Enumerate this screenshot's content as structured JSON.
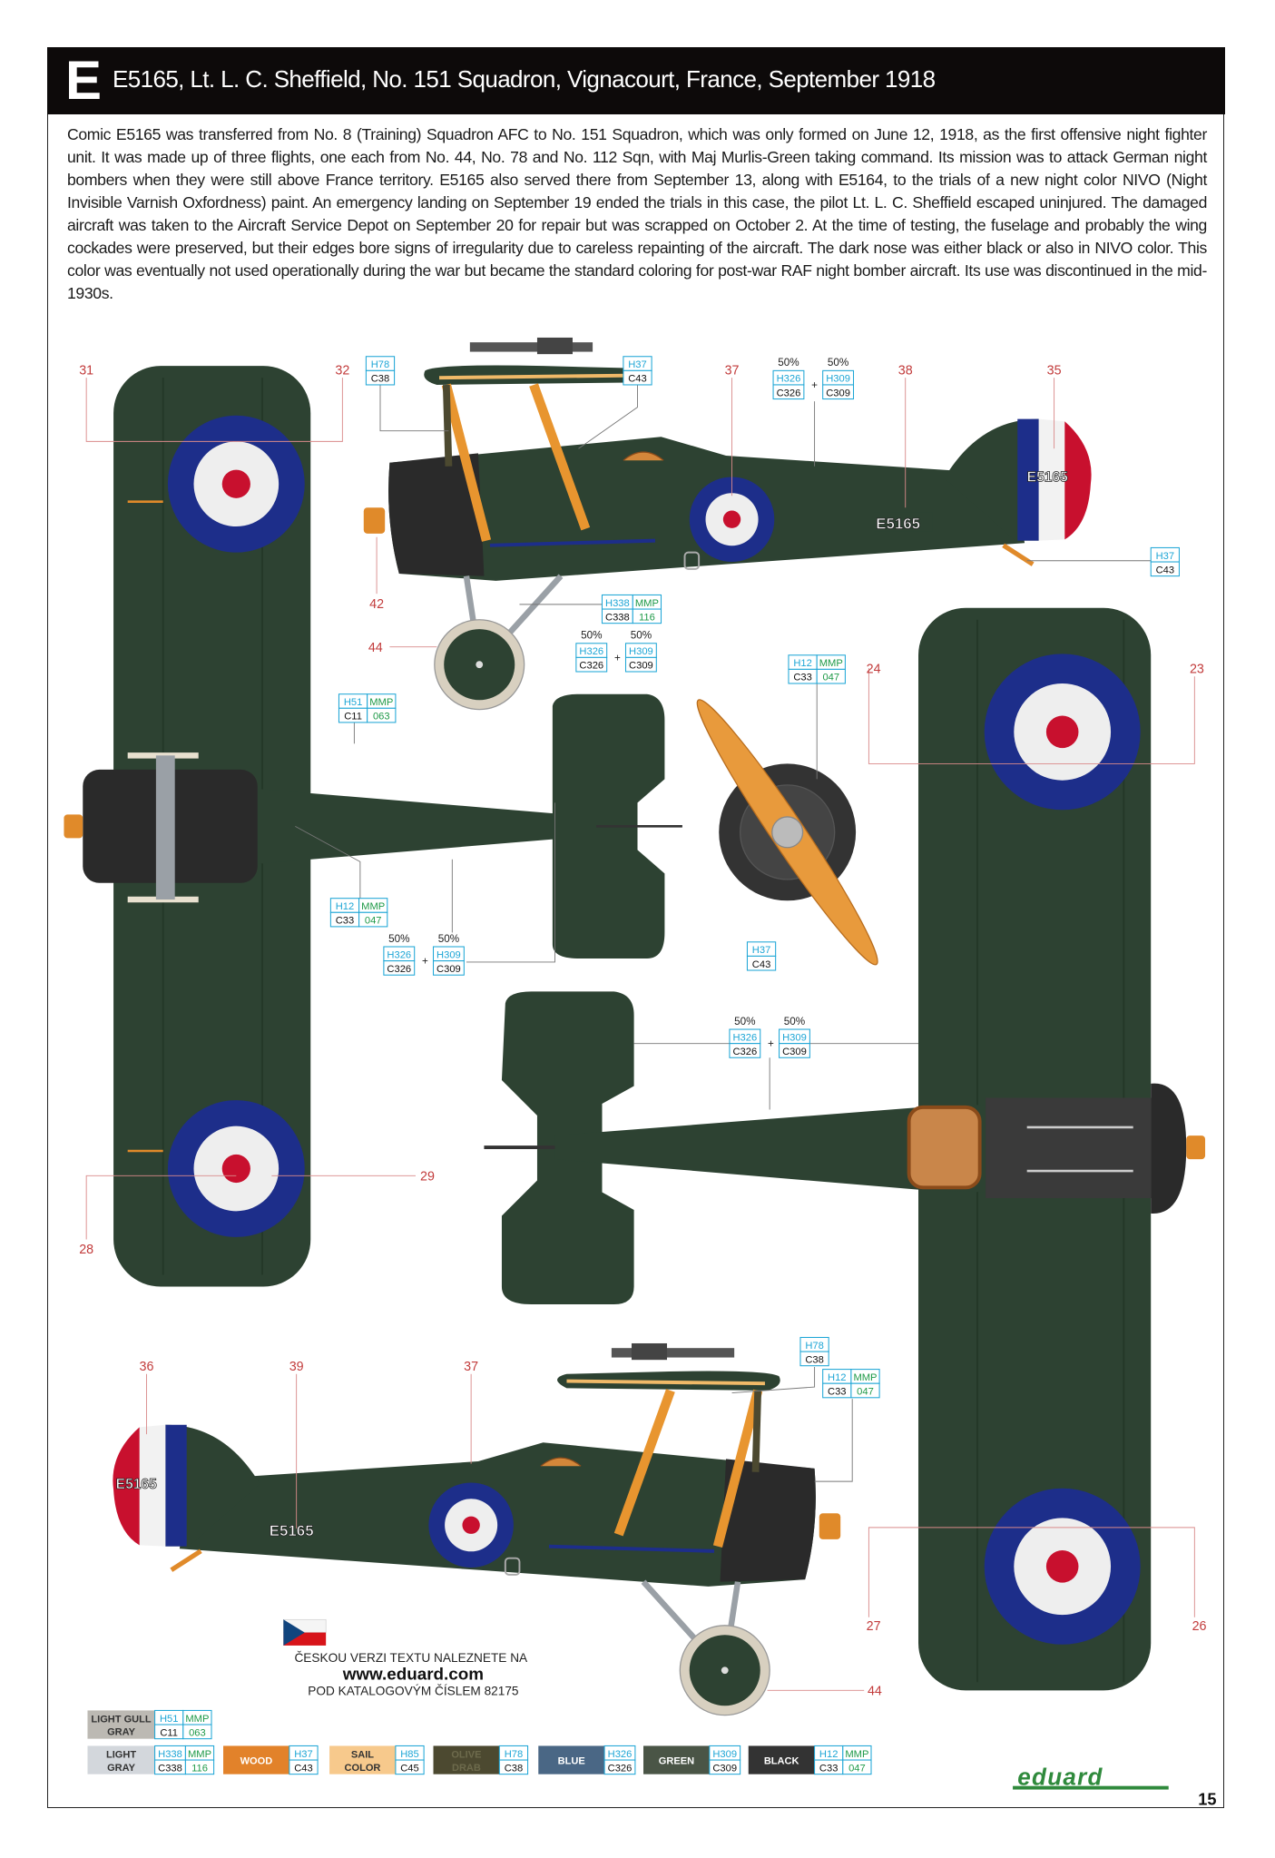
{
  "header": {
    "letter": "E",
    "title": "E5165, Lt. L. C. Sheffield, No. 151 Squadron, Vignacourt, France, September 1918"
  },
  "description": "Comic E5165 was transferred from No. 8 (Training) Squadron AFC to No. 151 Squadron, which was only formed on June 12, 1918, as the first offensive night fighter unit. It was made up of three flights, one each from No. 44, No. 78 and No. 112 Sqn, with Maj Murlis-Green taking command. Its mission was to attack German night bombers when they were still above France territory. E5165 also served there from September 13, along with E5164, to the trials of a new night color NIVO (Night Invisible Varnish Oxfordness) paint. An emergency landing on September 19 ended the trials in this case, the pilot Lt. L. C. Sheffield escaped uninjured. The damaged aircraft was taken to the Aircraft Service Depot on September 20 for repair but was scrapped on October 2. At the time of testing, the fuselage and probably the wing cockades were preserved, but their edges bore signs of irregularity due to careless repainting of the aircraft. The dark nose was either black or also in NIVO color. This color was eventually not used operationally during the war but became the standard coloring for post-war RAF night bomber aircraft. Its use was discontinued in the mid-1930s.",
  "aircraft": {
    "serial": "E5165"
  },
  "callout_numbers": [
    "31",
    "32",
    "37",
    "38",
    "35",
    "42",
    "44",
    "24",
    "23",
    "29",
    "28",
    "36",
    "39",
    "37",
    "27",
    "26",
    "44"
  ],
  "paint_boxes": [
    {
      "top": [
        "H78"
      ],
      "bottom": [
        "C38"
      ]
    },
    {
      "top": [
        "H37"
      ],
      "bottom": [
        "C43"
      ]
    },
    {
      "mix": true,
      "plus": "+",
      "left_pct": "50%",
      "right_pct": "50%",
      "left": {
        "top": [
          "H326"
        ],
        "bottom": [
          "C326"
        ]
      },
      "right": {
        "top": [
          "H309"
        ],
        "bottom": [
          "C309"
        ]
      }
    },
    {
      "top": [
        "H37"
      ],
      "bottom": [
        "C43"
      ]
    },
    {
      "top": [
        "H338",
        "MMP"
      ],
      "bottom": [
        "C338",
        "116"
      ]
    },
    {
      "mix": true,
      "plus": "+",
      "left_pct": "50%",
      "right_pct": "50%",
      "left": {
        "top": [
          "H326"
        ],
        "bottom": [
          "C326"
        ]
      },
      "right": {
        "top": [
          "H309"
        ],
        "bottom": [
          "C309"
        ]
      }
    },
    {
      "top": [
        "H12",
        "MMP"
      ],
      "bottom": [
        "C33",
        "047"
      ]
    },
    {
      "top": [
        "H51",
        "MMP"
      ],
      "bottom": [
        "C11",
        "063"
      ]
    },
    {
      "top": [
        "H12",
        "MMP"
      ],
      "bottom": [
        "C33",
        "047"
      ]
    },
    {
      "mix": true,
      "plus": "+",
      "left_pct": "50%",
      "right_pct": "50%",
      "left": {
        "top": [
          "H326"
        ],
        "bottom": [
          "C326"
        ]
      },
      "right": {
        "top": [
          "H309"
        ],
        "bottom": [
          "C309"
        ]
      }
    },
    {
      "top": [
        "H37"
      ],
      "bottom": [
        "C43"
      ]
    },
    {
      "mix": true,
      "plus": "+",
      "left_pct": "50%",
      "right_pct": "50%",
      "left": {
        "top": [
          "H326"
        ],
        "bottom": [
          "C326"
        ]
      },
      "right": {
        "top": [
          "H309"
        ],
        "bottom": [
          "C309"
        ]
      }
    },
    {
      "top": [
        "H78"
      ],
      "bottom": [
        "C38"
      ]
    },
    {
      "top": [
        "H12",
        "MMP"
      ],
      "bottom": [
        "C33",
        "047"
      ]
    }
  ],
  "czech_note": {
    "line1": "ČESKOU VERZI TEXTU NALEZNETE NA",
    "url": "www.eduard.com",
    "line2": "POD KATALOGOVÝM ČÍSLEM 82175"
  },
  "legend": [
    {
      "name": [
        "LIGHT GULL",
        "GRAY"
      ],
      "color": "#bcb9b3",
      "text_color": "#333333",
      "codes": {
        "top": [
          "H51",
          "MMP"
        ],
        "bottom": [
          "C11",
          "063"
        ]
      }
    },
    {
      "name": [
        "LIGHT",
        "GRAY"
      ],
      "color": "#d3d7dc",
      "text_color": "#333333",
      "codes": {
        "top": [
          "H338",
          "MMP"
        ],
        "bottom": [
          "C338",
          "116"
        ]
      }
    },
    {
      "name": [
        "WOOD"
      ],
      "color": "#e2822a",
      "text_color": "#ffffff",
      "codes": {
        "top": [
          "H37"
        ],
        "bottom": [
          "C43"
        ]
      }
    },
    {
      "name": [
        "SAIL",
        "COLOR"
      ],
      "color": "#f7c98c",
      "text_color": "#333333",
      "codes": {
        "top": [
          "H85"
        ],
        "bottom": [
          "C45"
        ]
      }
    },
    {
      "name": [
        "OLIVE",
        "DRAB"
      ],
      "color": "#4c4930",
      "text_color": "#6d6a4c",
      "codes": {
        "top": [
          "H78"
        ],
        "bottom": [
          "C38"
        ]
      }
    },
    {
      "name": [
        "BLUE"
      ],
      "color": "#4a6785",
      "text_color": "#ffffff",
      "codes": {
        "top": [
          "H326"
        ],
        "bottom": [
          "C326"
        ]
      }
    },
    {
      "name": [
        "GREEN"
      ],
      "color": "#4a5546",
      "text_color": "#ffffff",
      "codes": {
        "top": [
          "H309"
        ],
        "bottom": [
          "C309"
        ]
      }
    },
    {
      "name": [
        "BLACK"
      ],
      "color": "#333333",
      "text_color": "#ffffff",
      "codes": {
        "top": [
          "H12",
          "MMP"
        ],
        "bottom": [
          "C33",
          "047"
        ]
      }
    }
  ],
  "colors": {
    "nivo_green": "#2d4232",
    "roundel_blue": "#1d2e8a",
    "roundel_red": "#c8102e",
    "strut_wood": "#e8952f",
    "code_h": "#1ea6d6",
    "code_mmp": "#1f9a48",
    "callout_red": "#c23b3b"
  },
  "logo": "eduard",
  "page_number": "15"
}
